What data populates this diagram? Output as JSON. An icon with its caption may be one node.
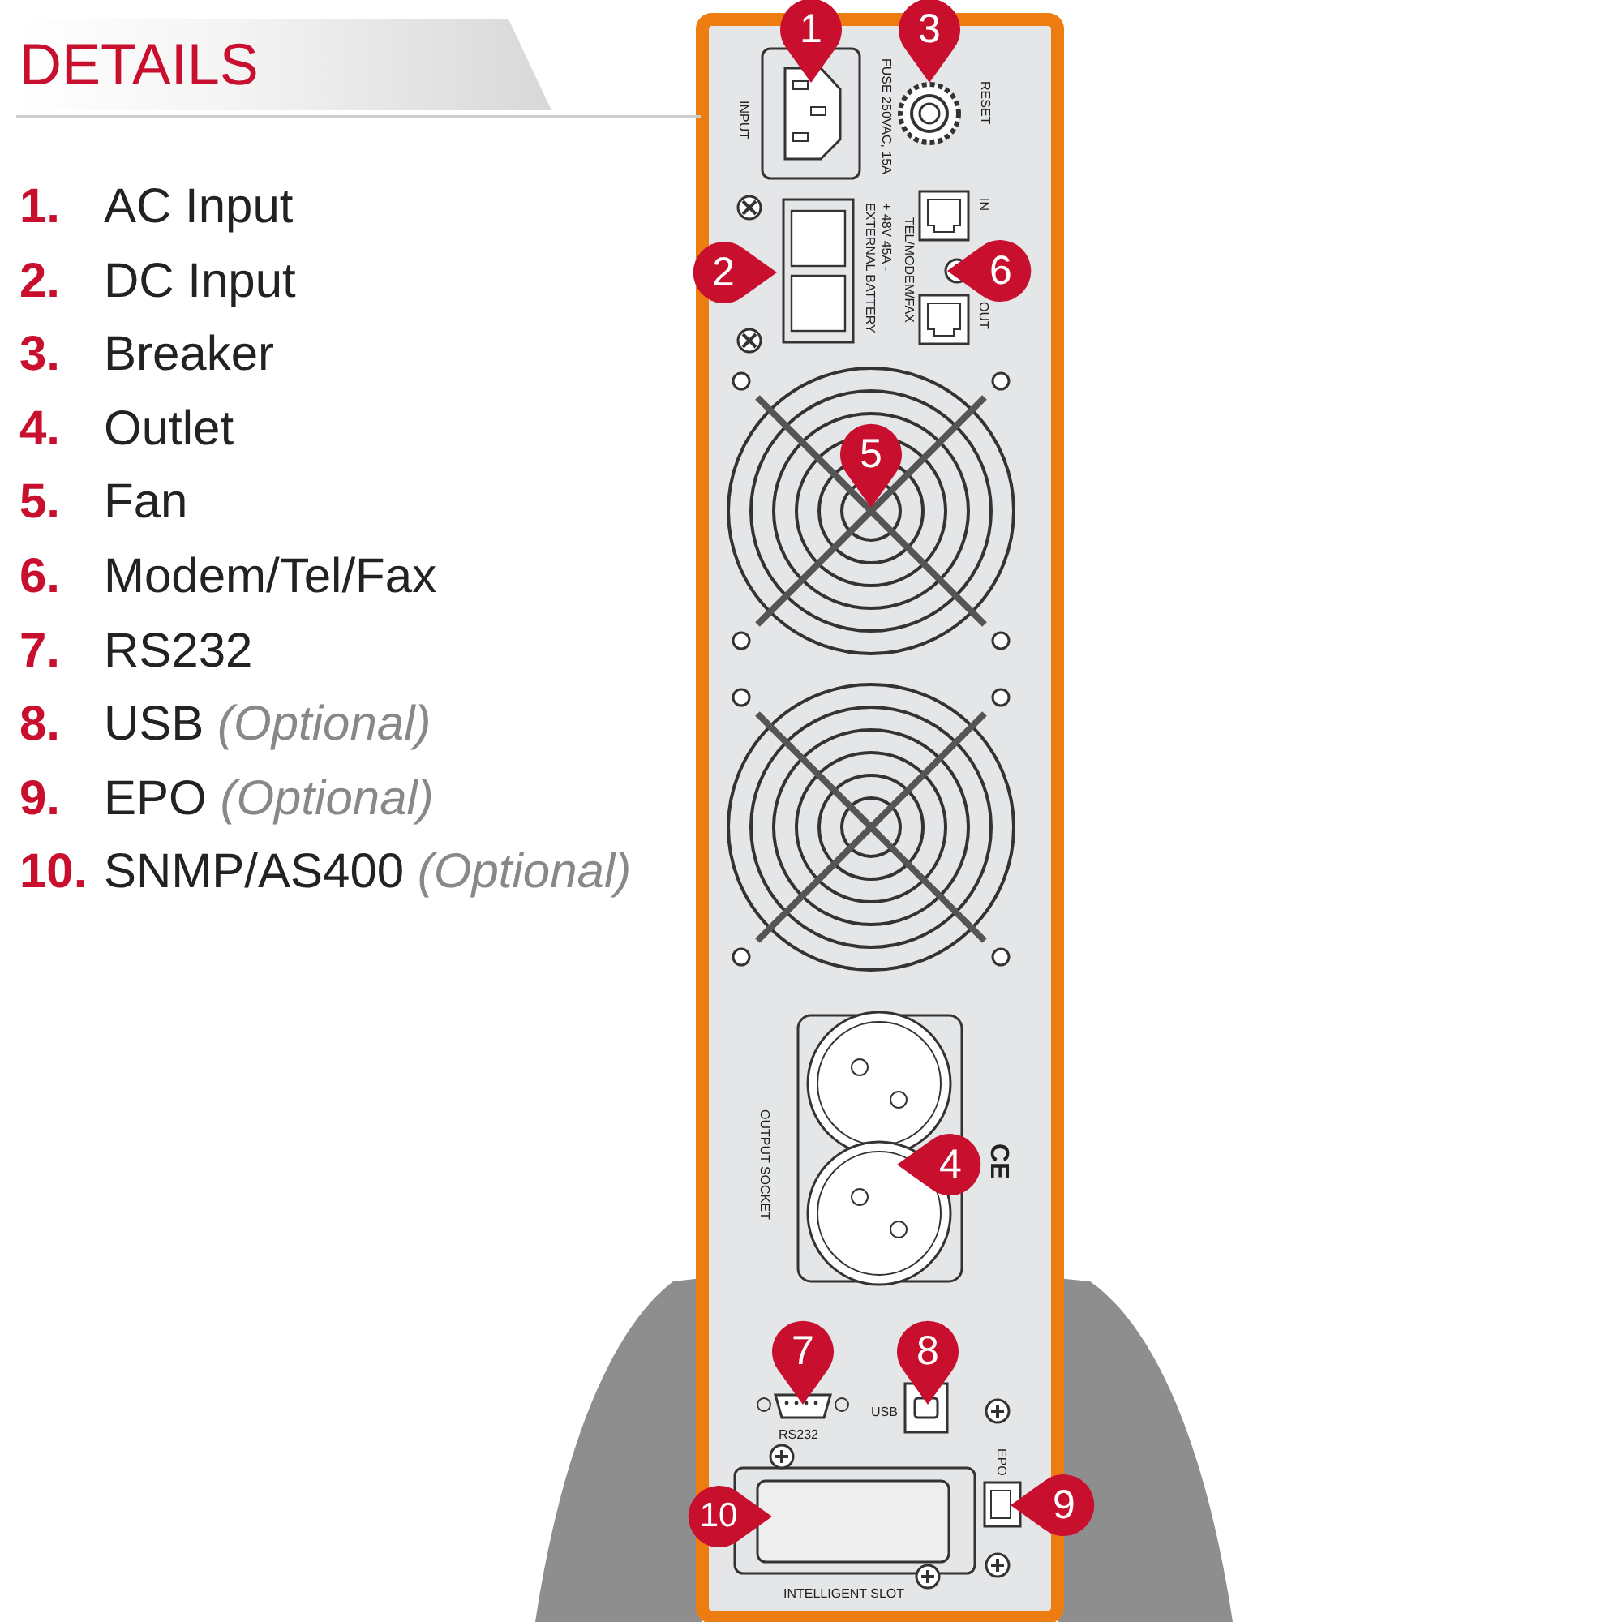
{
  "diagram": {
    "title": "DETAILS",
    "labels": [
      "1. AC Input",
      "2. DC Input",
      "3. Breaker",
      "4. Outlet",
      "5. Fan",
      "6. Modem/Tel/Fax",
      "7. RS232",
      "8. USB *(Optional)*",
      "9. EPO *(Optional)*",
      "10. SNMP/AS400 *(Optional)*",
      "1",
      "3",
      "INPUT",
      "FUSE 250VAC, 15A",
      "RESET",
      "+ 48V 45A - EXTERNAL BATTERY",
      "2",
      "IN",
      "TEL/MODEM/FAX",
      "6",
      "OUT",
      "5",
      "OUTPUT SOCKET",
      "4",
      "CE",
      "7",
      "8",
      "RS232",
      "USB",
      "EPO",
      "10",
      "9",
      "INTELLIGENT SLOT"
    ]
  }
}
